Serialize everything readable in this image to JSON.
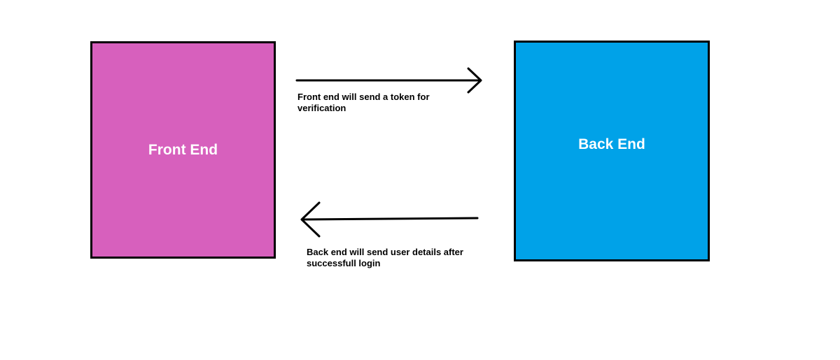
{
  "nodes": {
    "front_end": {
      "label": "Front End",
      "fill": "#d760bd"
    },
    "back_end": {
      "label": "Back End",
      "fill": "#00a2e8"
    }
  },
  "edges": {
    "request": {
      "from": "front_end",
      "to": "back_end",
      "caption_lines": [
        "Front end will send a token for",
        "verification"
      ]
    },
    "response": {
      "from": "back_end",
      "to": "front_end",
      "caption_lines": [
        "Back end will send user details after",
        "successfull login"
      ]
    }
  },
  "colors": {
    "border": "#000000",
    "label_text": "#ffffff",
    "arrow": "#000000"
  }
}
